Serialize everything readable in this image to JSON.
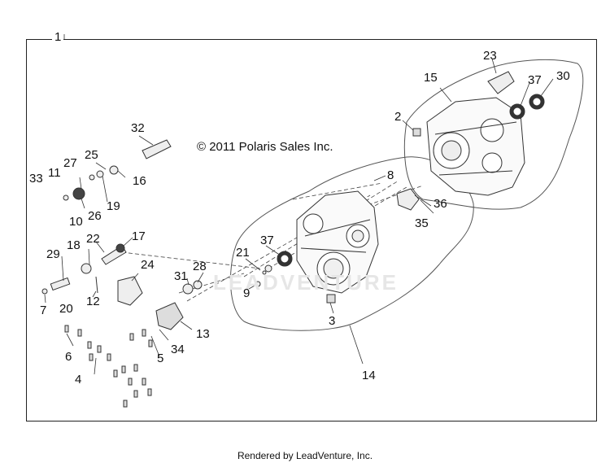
{
  "copyright": "© 2011 Polaris Sales Inc.",
  "footer": "Rendered by LeadVenture, Inc.",
  "watermark": "LEADVENTURE",
  "callouts": {
    "c1": "1",
    "c2": "2",
    "c3": "3",
    "c4": "4",
    "c5": "5",
    "c6": "6",
    "c7": "7",
    "c8": "8",
    "c9": "9",
    "c10": "10",
    "c11": "11",
    "c12": "12",
    "c13": "13",
    "c14": "14",
    "c15": "15",
    "c16": "16",
    "c17": "17",
    "c18": "18",
    "c19": "19",
    "c20": "20",
    "c21": "21",
    "c22": "22",
    "c23": "23",
    "c24": "24",
    "c25": "25",
    "c26": "26",
    "c27": "27",
    "c28": "28",
    "c29": "29",
    "c30": "30",
    "c31": "31",
    "c32": "32",
    "c33": "33",
    "c34": "34",
    "c35": "35",
    "c36": "36",
    "c37a": "37",
    "c37b": "37"
  }
}
